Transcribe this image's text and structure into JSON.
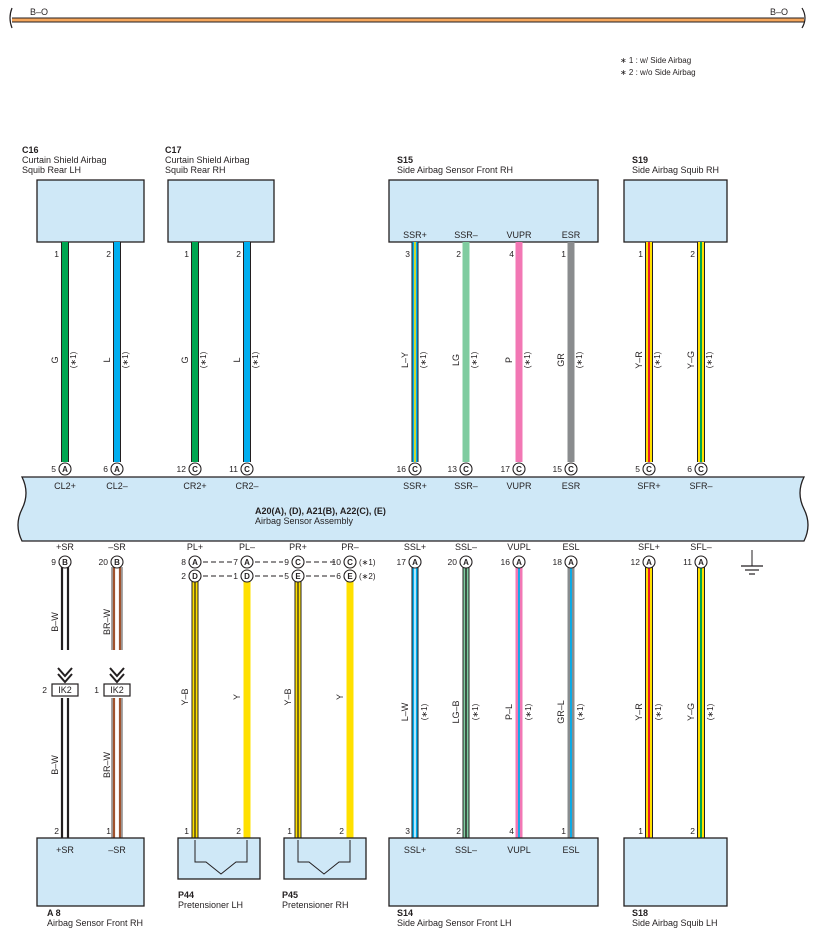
{
  "top_bus": {
    "left_label": "B–O",
    "right_label": "B–O"
  },
  "notes": [
    "∗ 1 : w/ Side Airbag",
    "∗ 2 : w/o Side Airbag"
  ],
  "assembly": {
    "title": "A20(A), (D), A21(B), A22(C), (E)",
    "subtitle": "Airbag Sensor Assembly",
    "top_pins": [
      {
        "sig": "CL2+",
        "num": "5",
        "conn": "A"
      },
      {
        "sig": "CL2–",
        "num": "6",
        "conn": "A"
      },
      {
        "sig": "CR2+",
        "num": "12",
        "conn": "C"
      },
      {
        "sig": "CR2–",
        "num": "11",
        "conn": "C"
      },
      {
        "sig": "SSR+",
        "num": "16",
        "conn": "C"
      },
      {
        "sig": "SSR–",
        "num": "13",
        "conn": "C"
      },
      {
        "sig": "VUPR",
        "num": "17",
        "conn": "C"
      },
      {
        "sig": "ESR",
        "num": "15",
        "conn": "C"
      },
      {
        "sig": "SFR+",
        "num": "5",
        "conn": "C"
      },
      {
        "sig": "SFR–",
        "num": "6",
        "conn": "C"
      }
    ],
    "bottom_pins": [
      {
        "sig": "+SR",
        "num": "9",
        "conn": "B"
      },
      {
        "sig": "–SR",
        "num": "20",
        "conn": "B"
      },
      {
        "sig": "PL+",
        "num": "8",
        "conn": "A",
        "num2": "2",
        "conn2": "D"
      },
      {
        "sig": "PL–",
        "num": "7",
        "conn": "A",
        "num2": "1",
        "conn2": "D"
      },
      {
        "sig": "PR+",
        "num": "9",
        "conn": "C",
        "num2": "5",
        "conn2": "E"
      },
      {
        "sig": "PR–",
        "num": "10",
        "conn": "C",
        "num2": "6",
        "conn2": "E",
        "note1": "(∗1)",
        "note2": "(∗2)"
      },
      {
        "sig": "SSL+",
        "num": "17",
        "conn": "A"
      },
      {
        "sig": "SSL–",
        "num": "20",
        "conn": "A"
      },
      {
        "sig": "VUPL",
        "num": "16",
        "conn": "A"
      },
      {
        "sig": "ESL",
        "num": "18",
        "conn": "A"
      },
      {
        "sig": "SFL+",
        "num": "12",
        "conn": "A"
      },
      {
        "sig": "SFL–",
        "num": "11",
        "conn": "A"
      }
    ]
  },
  "top_components": [
    {
      "code": "C16",
      "name1": "Curtain Shield Airbag",
      "name2": "Squib Rear LH",
      "pins": [
        "",
        ""
      ]
    },
    {
      "code": "C17",
      "name1": "Curtain Shield Airbag",
      "name2": "Squib Rear RH",
      "pins": [
        "",
        ""
      ]
    },
    {
      "code": "S15",
      "name1": "Side Airbag Sensor Front RH",
      "pins": [
        "SSR+",
        "SSR–",
        "VUPR",
        "ESR"
      ]
    },
    {
      "code": "S19",
      "name1": "Side Airbag Squib RH",
      "pins": [
        "",
        ""
      ]
    }
  ],
  "bottom_components": [
    {
      "code": "A 8",
      "name1": "Airbag Sensor Front RH",
      "pins": [
        "+SR",
        "–SR"
      ]
    },
    {
      "code": "P44",
      "name1": "Pretensioner LH"
    },
    {
      "code": "P45",
      "name1": "Pretensioner RH"
    },
    {
      "code": "S14",
      "name1": "Side Airbag Sensor Front LH",
      "pins": [
        "SSL+",
        "SSL–",
        "VUPL",
        "ESL"
      ]
    },
    {
      "code": "S18",
      "name1": "Side Airbag Squib LH"
    }
  ],
  "top_wires": [
    {
      "color": "G",
      "note": "(∗1)",
      "pin": "1"
    },
    {
      "color": "L",
      "note": "(∗1)",
      "pin": "2"
    },
    {
      "color": "G",
      "note": "(∗1)",
      "pin": "1"
    },
    {
      "color": "L",
      "note": "(∗1)",
      "pin": "2"
    },
    {
      "color": "L–Y",
      "note": "(∗1)",
      "pin": "3"
    },
    {
      "color": "LG",
      "note": "(∗1)",
      "pin": "2"
    },
    {
      "color": "P",
      "note": "(∗1)",
      "pin": "4"
    },
    {
      "color": "GR",
      "note": "(∗1)",
      "pin": "1"
    },
    {
      "color": "Y–R",
      "note": "(∗1)",
      "pin": "1"
    },
    {
      "color": "Y–G",
      "note": "(∗1)",
      "pin": "2"
    }
  ],
  "bottom_wires": [
    {
      "color": "B–W",
      "color2": "B–W",
      "pin": "2"
    },
    {
      "color": "BR–W",
      "color2": "BR–W",
      "pin": "1"
    },
    {
      "color": "Y–B",
      "pin": "1"
    },
    {
      "color": "Y",
      "pin": "2"
    },
    {
      "color": "Y–B",
      "pin": "1"
    },
    {
      "color": "Y",
      "pin": "2"
    },
    {
      "color": "L–W",
      "note": "(∗1)",
      "pin": "3"
    },
    {
      "color": "LG–B",
      "note": "(∗1)",
      "pin": "2"
    },
    {
      "color": "P–L",
      "note": "(∗1)",
      "pin": "4"
    },
    {
      "color": "GR–L",
      "note": "(∗1)",
      "pin": "1"
    },
    {
      "color": "Y–R",
      "note": "(∗1)",
      "pin": "1"
    },
    {
      "color": "Y–G",
      "note": "(∗1)",
      "pin": "2"
    }
  ],
  "junction": {
    "label": "IK2",
    "pin_left": "2",
    "pin_right": "1"
  },
  "colors": {
    "box_fill": "#cfe8f7",
    "bus_orange": "#f5a65b",
    "green": "#00a651",
    "blue": "#00aeef",
    "lightgreen": "#7fcca0",
    "pink": "#f277b4",
    "gray": "#8a8c8e",
    "yellow": "#ffe000",
    "red": "#ed1c24",
    "brown": "#a0522d"
  }
}
